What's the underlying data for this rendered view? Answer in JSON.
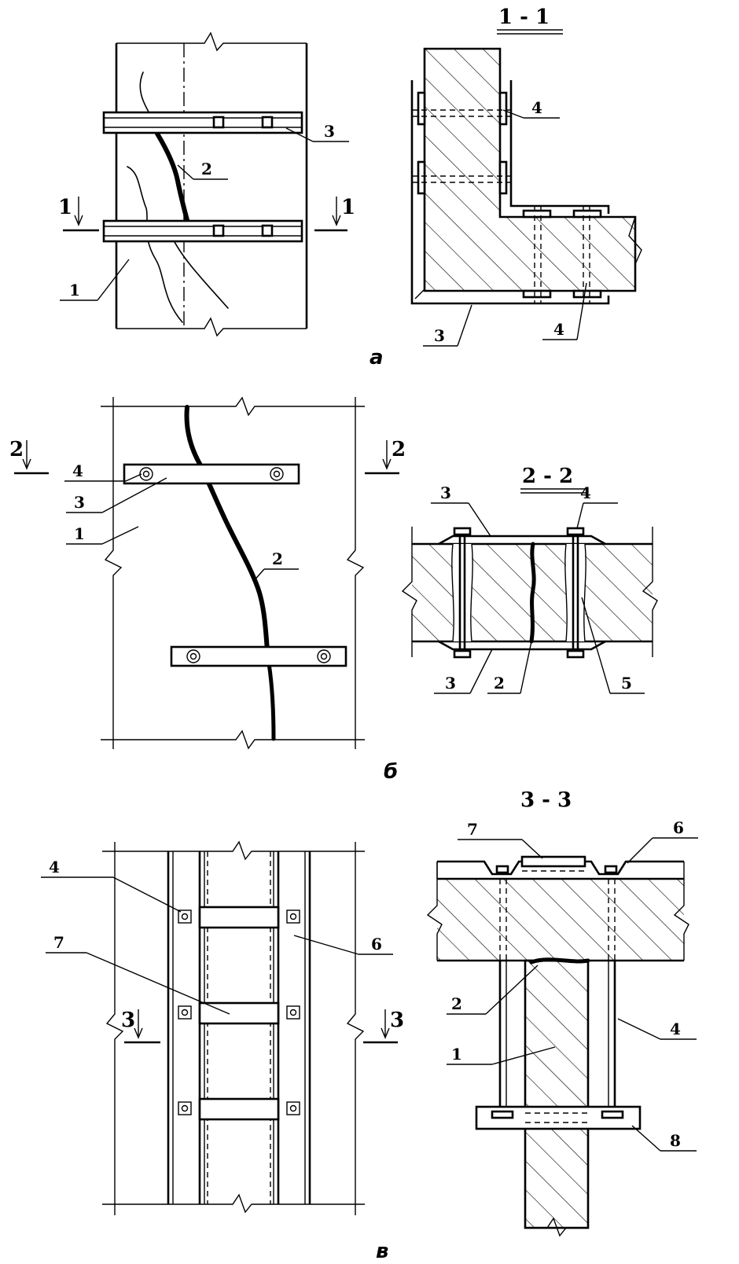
{
  "figure": {
    "panel_a": {
      "caption": "а",
      "section_title": "1 - 1",
      "cut_mark": "1",
      "callouts": {
        "wall": "1",
        "crack": "2",
        "clamp": "3",
        "bolt_upper": "4",
        "bolt_lower": "4",
        "section_clamp": "3"
      }
    },
    "panel_b": {
      "caption": "б",
      "section_title": "2 - 2",
      "cut_mark": "2",
      "callouts": {
        "bolt": "4",
        "plate": "3",
        "wall": "1",
        "crack": "2",
        "sec_plate_top": "3",
        "sec_bolt": "4",
        "sec_plate_bottom": "3",
        "sec_crack": "2",
        "sec_hole": "5"
      }
    },
    "panel_c": {
      "caption": "в",
      "section_title": "3 - 3",
      "cut_mark": "3",
      "callouts": {
        "bolt": "4",
        "strip": "7",
        "channel": "6",
        "sec_strip": "7",
        "sec_channel": "6",
        "sec_crack": "2",
        "sec_wall": "1",
        "sec_tie": "4",
        "sec_plate": "8"
      }
    }
  }
}
